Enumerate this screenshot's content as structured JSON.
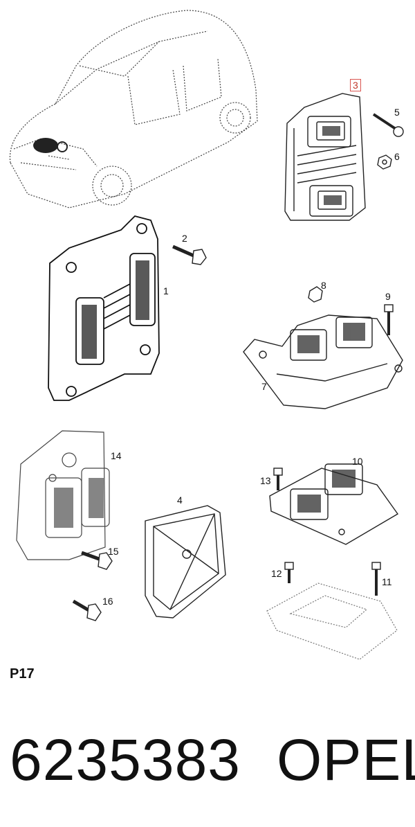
{
  "diagram": {
    "highlight_color": "#d9534f",
    "callouts": {
      "c1": "1",
      "c2": "2",
      "c3": "3",
      "c4": "4",
      "c5": "5",
      "c6": "6",
      "c7": "7",
      "c8": "8",
      "c9": "9",
      "c10": "10",
      "c11": "11",
      "c12": "12",
      "c13": "13",
      "c14": "14",
      "c15": "15",
      "c16": "16"
    }
  },
  "footer": {
    "page_code": "P17",
    "part_number": "6235383",
    "brand": "OPEL"
  }
}
